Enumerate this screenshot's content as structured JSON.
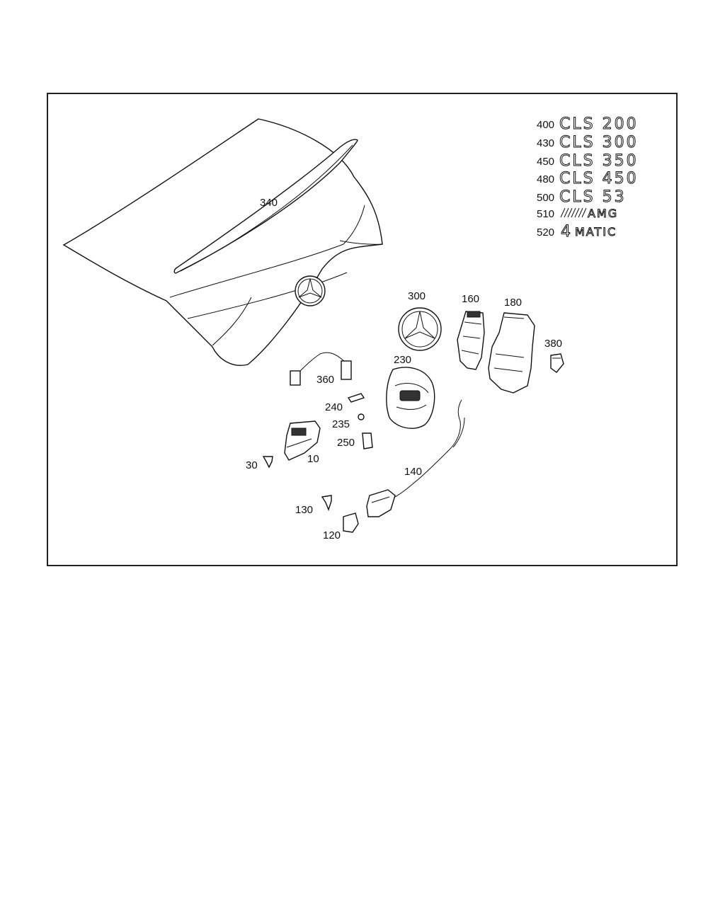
{
  "callouts": {
    "c340": "340",
    "c300": "300",
    "c160": "160",
    "c180": "180",
    "c380": "380",
    "c230": "230",
    "c360": "360",
    "c240": "240",
    "c235": "235",
    "c250": "250",
    "c30": "30",
    "c10": "10",
    "c140": "140",
    "c130": "130",
    "c120": "120"
  },
  "badges": [
    {
      "num": "400",
      "text": "CLS 200"
    },
    {
      "num": "430",
      "text": "CLS 300"
    },
    {
      "num": "450",
      "text": "CLS 350"
    },
    {
      "num": "480",
      "text": "CLS 450"
    },
    {
      "num": "500",
      "text": "CLS 53"
    },
    {
      "num": "510",
      "text": "AMG"
    },
    {
      "num": "520",
      "text_main": "4",
      "text_sub": "MATIC"
    }
  ]
}
